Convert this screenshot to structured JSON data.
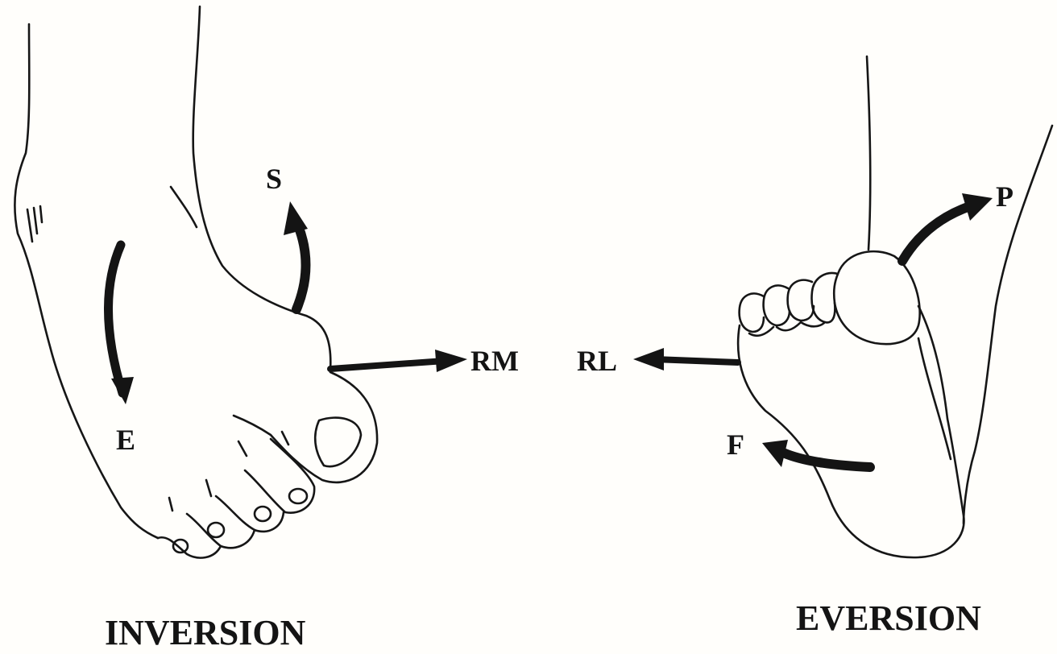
{
  "labels": {
    "superior": "S",
    "eversion_dir": "E",
    "rotation_medial": "RM",
    "rotation_lateral": "RL",
    "plantar": "P",
    "flexion_dir": "F"
  },
  "captions": {
    "left": "INVERSION",
    "right": "EVERSION"
  },
  "colors": {
    "ink": "#141414",
    "paper": "#fffefb"
  }
}
